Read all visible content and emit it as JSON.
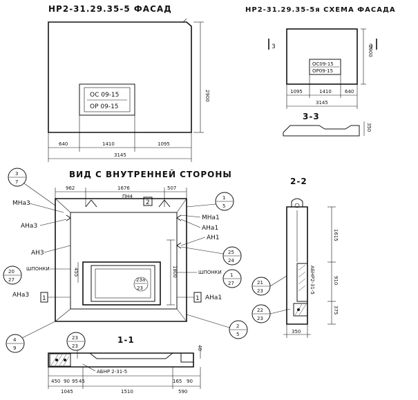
{
  "titles": {
    "facade": "НР2-31.29.35-5 ФАСАД",
    "scheme": "НР2-31.29.35-5я СХЕМА ФАСАДА",
    "inside_view": "ВИД С ВНУТРЕННЕЙ СТОРОНЫ",
    "sec11": "1-1",
    "sec22": "2-2",
    "sec33": "3-3"
  },
  "facade": {
    "window_top": "ОС 09-15",
    "window_bottom": "ОР 09-15",
    "height": "2900",
    "dims": [
      "640",
      "1410",
      "1095"
    ],
    "total": "3145"
  },
  "scheme": {
    "window_top": "ОС09-15",
    "window_bottom": "ОР09-15",
    "height": "2900",
    "dims": [
      "1095",
      "1410",
      "640"
    ],
    "total": "3145",
    "cut_left": "3",
    "cut_right": "3",
    "sec_dim": "350"
  },
  "inside": {
    "top_dims": [
      "962",
      "1676",
      "507"
    ],
    "pn4": "ПН4",
    "mark2": "2",
    "mna3": "МНа3",
    "ana3_top": "АНа3",
    "an3": "АН3",
    "shponki_left": "ШПОНКИ",
    "ana3_bottom": "АНа3",
    "mark1_left": "1",
    "mna1": "МНа1",
    "ana1_top": "АНа1",
    "an1": "АН1",
    "shponki_right": "ШПОНКИ",
    "ana1_bottom": "АНа1",
    "mark1_right": "1",
    "dim_455": "455",
    "dim_1800": "1800",
    "tag23a_top": "23а",
    "tag23a_bottom": "23"
  },
  "callouts": [
    {
      "top": "3",
      "bottom": "7"
    },
    {
      "top": "20",
      "bottom": "27"
    },
    {
      "top": "4",
      "bottom": "9"
    },
    {
      "top": "1",
      "bottom": "5"
    },
    {
      "top": "25",
      "bottom": "24"
    },
    {
      "top": "1",
      "bottom": "27"
    },
    {
      "top": "2",
      "bottom": "5"
    },
    {
      "top": "23",
      "bottom": "23"
    },
    {
      "top": "21",
      "bottom": "23"
    },
    {
      "top": "22",
      "bottom": "23"
    }
  ],
  "sec11": {
    "label": "АБНР 2-31-5",
    "dims_top": [
      "450",
      "90",
      "95",
      "45",
      "165",
      "90"
    ],
    "dims_bottom": [
      "1045",
      "1510",
      "590"
    ],
    "right": "40"
  },
  "sec22": {
    "label": "АБНР2-31-5",
    "dims": [
      "1615",
      "910",
      "375"
    ],
    "bottom": "350"
  }
}
